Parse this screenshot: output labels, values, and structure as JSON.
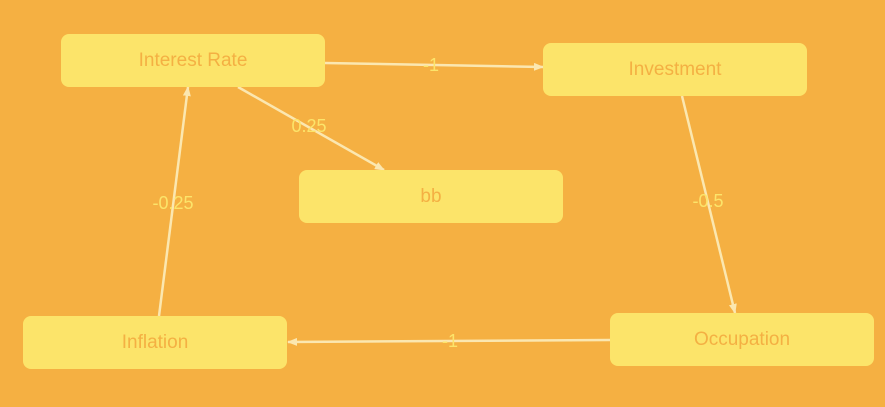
{
  "colors": {
    "background": "#F5B042",
    "node_fill": "#FCE46A",
    "node_text": "#F4B043",
    "edge": "#FBE7B0",
    "edge_label": "#FCE46A"
  },
  "nodes": {
    "interest_rate": "Interest Rate",
    "investment": "Investment",
    "bb": "bb",
    "inflation": "Inflation",
    "occupation": "Occupation"
  },
  "edges": [
    {
      "from": "interest_rate",
      "to": "investment",
      "label": "-1"
    },
    {
      "from": "interest_rate",
      "to": "bb",
      "label": "0.25"
    },
    {
      "from": "investment",
      "to": "occupation",
      "label": "-0.5"
    },
    {
      "from": "occupation",
      "to": "inflation",
      "label": "-1"
    },
    {
      "from": "inflation",
      "to": "interest_rate",
      "label": "-0.25"
    }
  ]
}
